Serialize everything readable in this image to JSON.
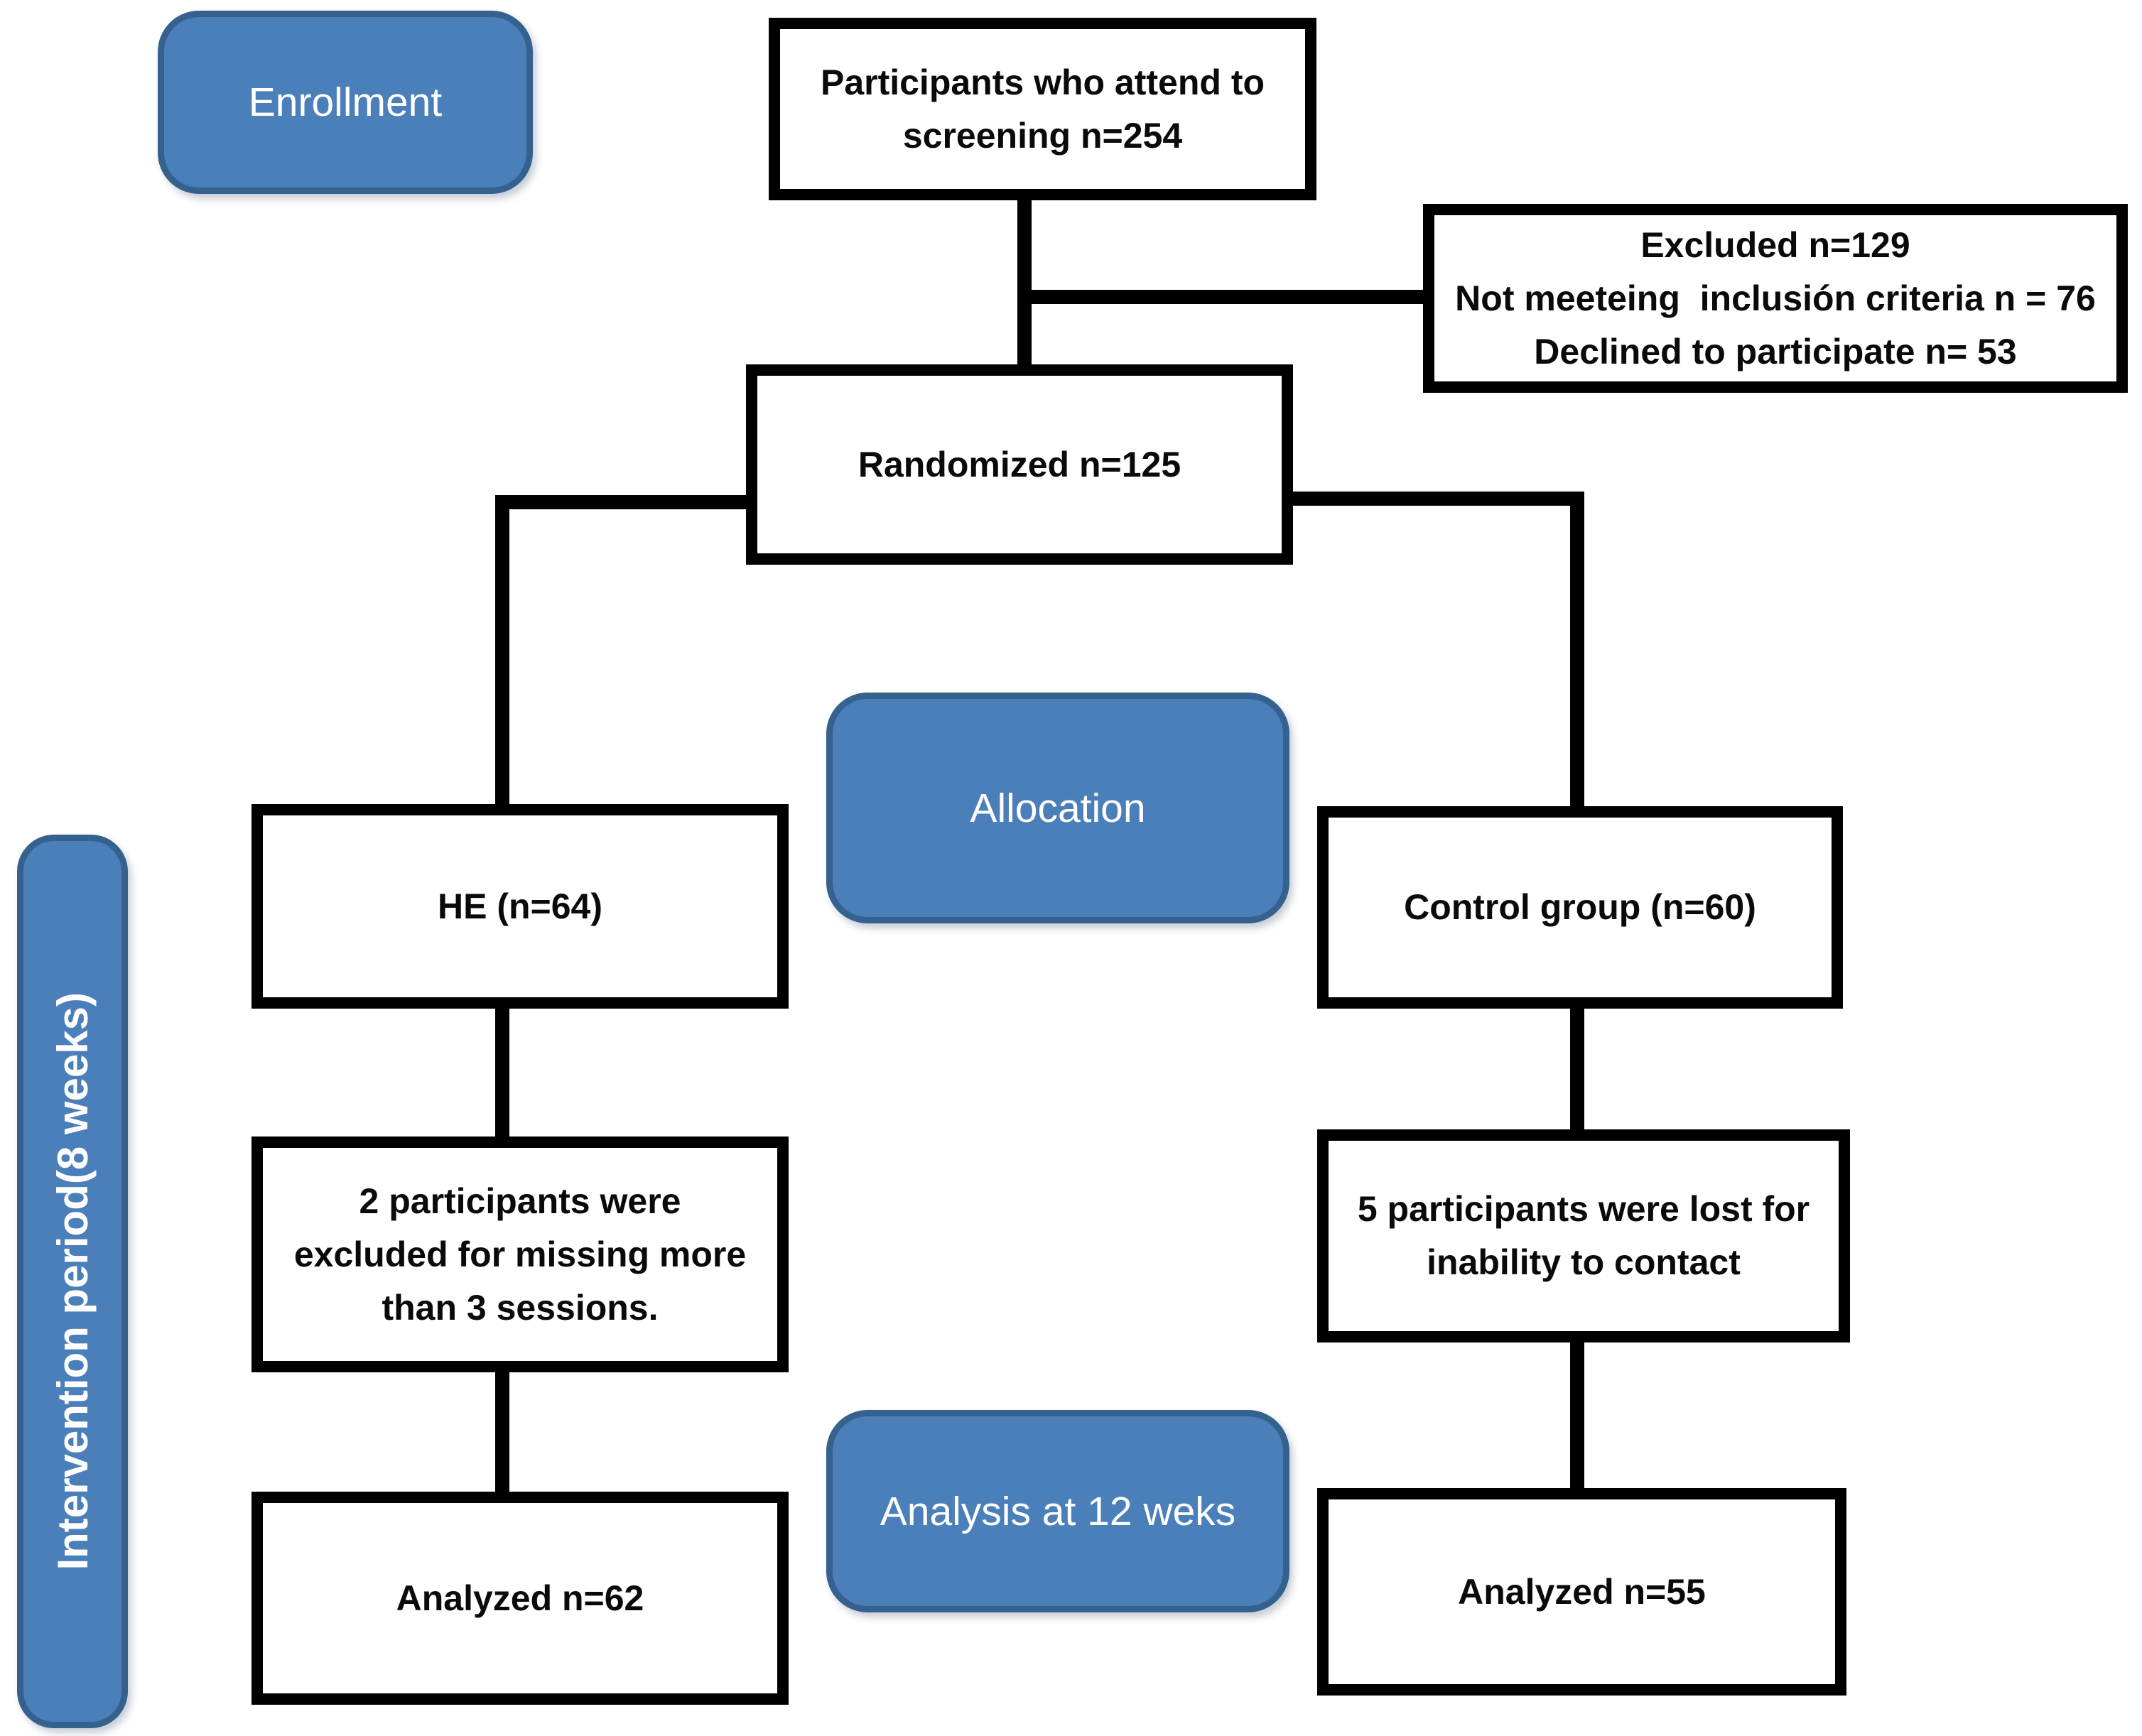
{
  "diagram": {
    "stages": {
      "enrollment": "Enrollment",
      "allocation": "Allocation",
      "analysis": "Analysis at 12 weks"
    },
    "side_label": "Intervention period(8 weeks)",
    "boxes": {
      "screening": "Participants who attend to\nscreening n=254",
      "excluded": "Excluded n=129\nNot meeteing  inclusión criteria n = 76\nDeclined to participate n= 53",
      "randomized": "Randomized n=125",
      "he": "HE (n=64)",
      "control": "Control group (n=60)",
      "he_dropout": "2 participants were\nexcluded for missing more\nthan 3 sessions.",
      "control_dropout": "5 participants were lost for\ninability to contact",
      "analyzed_he": "Analyzed n=62",
      "analyzed_control": "Analyzed n=55"
    },
    "colors": {
      "badge-fill": "#4b7fba",
      "badge-border": "#35618f",
      "badge-text": "#ffffff",
      "box-border": "#000000",
      "box-fill": "#ffffff",
      "line": "#000000"
    }
  }
}
